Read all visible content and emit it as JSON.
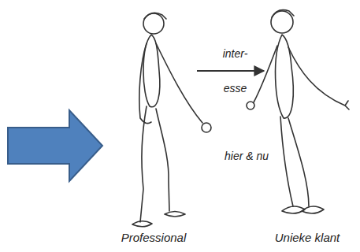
{
  "diagram": {
    "nodes": [
      {
        "text": [
          "Professional"
        ]
      },
      {
        "text": [
          "Unieke klant"
        ]
      }
    ],
    "edges": [
      {
        "from": 0,
        "to": 1,
        "arrow": "to",
        "label": "inter- esse"
      }
    ],
    "labels": [
      "hier & nu"
    ]
  }
}
